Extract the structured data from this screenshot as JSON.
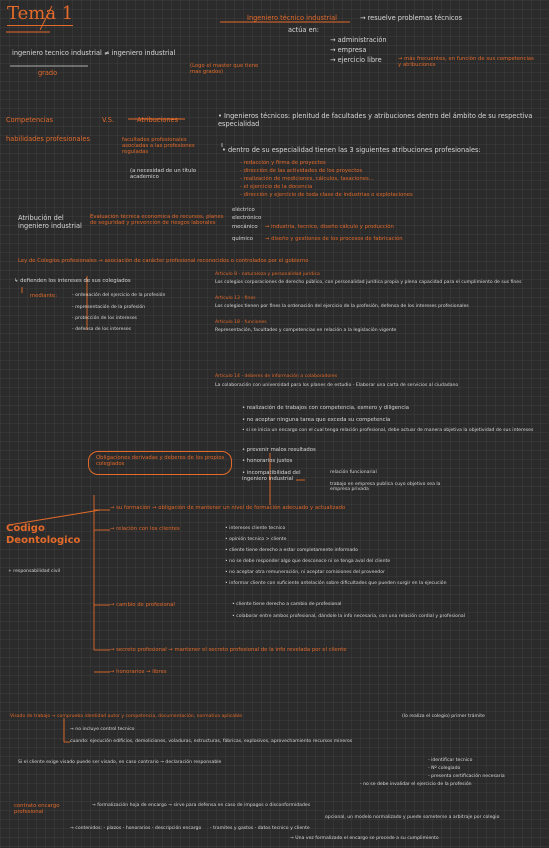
{
  "title": "Tema 1",
  "ingeniero_tecnico_industrial": "Ingeniero técnico industrial",
  "resuelve": "→ resuelve problemas técnicos",
  "actua_en": "actúa en:",
  "ambitos": [
    "→ administración",
    "→ empresa",
    "→ ejercicio libre"
  ],
  "ejercicio_libre_note": "→ más frecuentes, en función de sus competencias y atribuciones",
  "compare": "ingeniero tecnico industrial ≠ ingeniero industrial",
  "grado": "grado",
  "master": "(Logo el master que tiene mas grados)",
  "competencias": "Competencias",
  "habilidades": "habilidades profesionales",
  "vs": "V.S.",
  "atribuciones": "Atribuciones",
  "atrib_desc": "facultades profesionales asociadas a las profesiones reguladas",
  "atrib_note": "(a necesidad de un título academico",
  "ing_plenitud": "• Ingenieros técnicos: plenitud de facultades y atribuciones dentro del ámbito de su respectiva especialidad",
  "dentro_esp": "• dentro de su especialidad tienen las 3 siguientes atribuciones profesionales:",
  "atrib_list": [
    "- redacción y firma de proyectos",
    "- dirección de las actividades de los proyectos",
    "- realización de mediciones, cálculos, tasaciones...",
    "- el ejercicio de la docencia",
    "- dirección y ejercicio de toda clase de industrias o explotaciones"
  ],
  "atribucion_ing": "Atribución del ingeniero industrial",
  "evaluacion": "Evaluación técnica economica de recursos, planes de seguridad y prevención de riesgos laborales",
  "ramas": [
    "eléctrico",
    "electrónico",
    "mecánico",
    "químico"
  ],
  "ramas_result": "→ industria, tecnico, diseño cálculo y producción",
  "quimico_result": "→ diseño y gestiones de los procesos de fabricación",
  "ley_colegios": "Ley de Colegios profesionales → asociación de carácter profesional reconocidos o controlados por el gobierno",
  "defienden": "↳ defienden los intereses de sus colegiados",
  "mediante": "mediante:",
  "mediante_list": [
    "- ordenación del ejercicio de la profesión",
    "- representación de la profesión",
    "- protección de los intereses",
    "- defensa de los intereses"
  ],
  "articulos": [
    "Artículo 8 - naturaleza y personalidad jurídica",
    "Los colegios corporaciones de derecho público, con personalidad jurídica propia y plena capacidad para el cumplimiento de sus fines",
    "Artículo 13 - fines",
    "Los colegios tienen por fines la ordenación del ejercicio de la profesión, defensa de los intereses profesionales",
    "Artículo 18 - funciones",
    "Representación, facultades y competencias en relación a la legislación vigente",
    "Artículo 14 - deberes de información a colaboradores",
    "La colaboración con universidad para los planes de estudio - Elaborar una carta de servicios al ciudadano"
  ],
  "obligaciones": "Obligaciones derivadas y deberes de los propios colegiados",
  "oblig_list": [
    "• realización de trabajos con competencia, esmero y diligencia",
    "• no aceptar ninguna tarea que exceda su competencia",
    "• si se inicia un encargo con el cual tenga relación profesional, debe actuar de manera objetiva la objetividad de sus intereses",
    "• prevenir malos resultados",
    "• honorarios justos",
    "• incompatibilidad del ingeniero industrial"
  ],
  "incompat_list": [
    "relación funcionarial",
    "trabajo en empresa publica cuyo objetivo sea la empresa privada"
  ],
  "codigo": "Codigo Deontologico",
  "responsabilidad": "+ responsabilidad civil",
  "formacion": "→ su formación → obligación de mantener un nivel de formación adecuado y actualizado",
  "relacion_clientes": "→ relación con los clientes",
  "clientes_list": [
    "• intereses cliente tecnico",
    "• opinión tecnico > cliente",
    "• cliente tiene derecho a estar completamente informado",
    "• no se debe responder algo que desconoce ni se tenga aval del cliente",
    "• no aceptar otra remuneración, ni aceptar comisiones del proveedor",
    "• informar cliente con suficiente antelación sobre dificultades que pueden surgir en la ejecución"
  ],
  "cambio": "→ cambio de profesional",
  "cambio_list": [
    "• cliente tiene derecho a cambio de profesional",
    "• colaborar entre ambos profesional, dándole la info necesaria, con una relación cordial y profesional"
  ],
  "secreto": "→ secreto profesional → mantener el secreto profesional de la info revelada por el cliente",
  "honorarios": "→ honorarios → libres",
  "visado": "Visado de trabajo → comprueba identidad autor y competencia, documentación, normativa aplicable",
  "visado2": "(lo realiza el colegio) primer trámite",
  "visado_no": "→ no incluye control tecnico",
  "visado_cuando": "cuando: ejecución edificios, demoliciones, voladuras, estructuras, fábricas, explosivos, aprovechamiento recursos mineros",
  "si_cliente": "Si el cliente exige visado puede ser visado, en caso contrario → declaración responsable",
  "decl_list": [
    "- identificar tecnico",
    "- Nº colegiado",
    "- presenta certificación necesaria",
    "- no se debe invalidar el ejercicio de la profesión"
  ],
  "contrato": "contrato encargo profesional",
  "contrato_def": "→ formalización hoja de encargo → sirve para defensa en caso de impagos o disconformidades",
  "opcional": "opcional, un modelo normalizado y puede someterse a arbitraje por colegio",
  "contenidos": "→ contenidos: - plazos - honorarios - descripción encargo",
  "tramites": "- tramites y gastos - datos tecnico y cliente",
  "una_vez": "→ Una vez formalizado el encargo se procede a su cumplimiento"
}
